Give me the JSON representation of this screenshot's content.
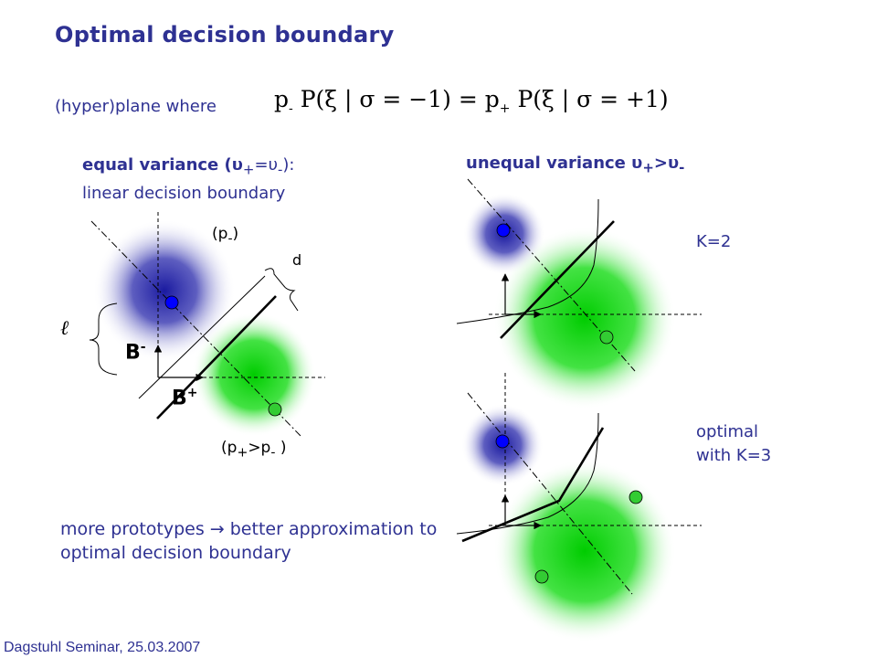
{
  "title": "Optimal decision boundary",
  "hyperplane_label": "(hyper)plane where",
  "formula": {
    "p_minus": "p",
    "minus_sub": "-",
    "lhs": "P(ξ | σ = −1)",
    "equals": "=",
    "p_plus": "p",
    "plus_sub": "+",
    "rhs": "P(ξ | σ = +1)"
  },
  "left_panel": {
    "heading_line1": "equal variance (υ",
    "heading_plus_sub": "+",
    "heading_mid": "=υ",
    "heading_minus_sub": "-",
    "heading_end": "):",
    "heading_line2": "linear decision boundary",
    "label_p_minus": "(p",
    "label_p_minus_sub": "-",
    "label_p_minus_end": ")",
    "label_d": "d",
    "label_ell": "ℓ",
    "label_B_minus": "B",
    "label_B_minus_sup": "-",
    "label_B_plus": "B",
    "label_B_plus_sup": "+",
    "label_p_compare": "(p",
    "label_p_compare_sub1": "+",
    "label_p_compare_mid": ">p",
    "label_p_compare_sub2": "-",
    "label_p_compare_end": " )"
  },
  "right_panel": {
    "heading": "unequal variance υ",
    "heading_sub1": "+",
    "heading_mid": ">υ",
    "heading_sub2": "-",
    "k2_label": "K=2",
    "optimal_line1": "optimal",
    "optimal_line2": "with K=3"
  },
  "conclusion": "more prototypes → better approximation to optimal decision boundary",
  "footer": "Dagstuhl Seminar, 25.03.2007",
  "colors": {
    "text_blue": "#2e3192",
    "blob_blue": "#2020a0",
    "blob_green": "#00d000",
    "dot_blue": "#0000ff",
    "dot_green": "#33cc33"
  }
}
